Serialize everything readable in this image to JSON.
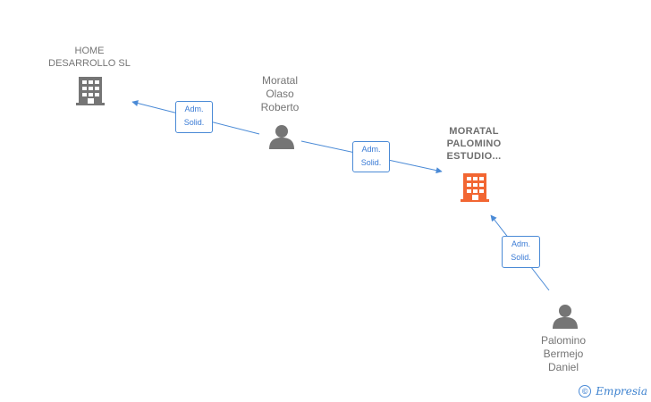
{
  "nodes": {
    "home_desarrollo": {
      "name": "HOME\nDESARROLLO SL"
    },
    "moratal_olaso": {
      "name": "Moratal\nOlaso\nRoberto"
    },
    "moratal_palomino": {
      "name": "MORATAL\nPALOMINO\nESTUDIO..."
    },
    "palomino_bermejo": {
      "name": "Palomino\nBermejo\nDaniel"
    }
  },
  "edges": [
    {
      "id": "edge-moratal-to-home",
      "label": "Adm.\nSolid."
    },
    {
      "id": "edge-moratal-to-estudio",
      "label": "Adm.\nSolid."
    },
    {
      "id": "edge-palomino-to-estudio",
      "label": "Adm.\nSolid."
    }
  ],
  "colors": {
    "company": "#757575",
    "company_focus": "#f26632",
    "person": "#757575",
    "edge": "#4a8ad6"
  },
  "branding": {
    "copyright": "©",
    "name": "Empresia"
  }
}
